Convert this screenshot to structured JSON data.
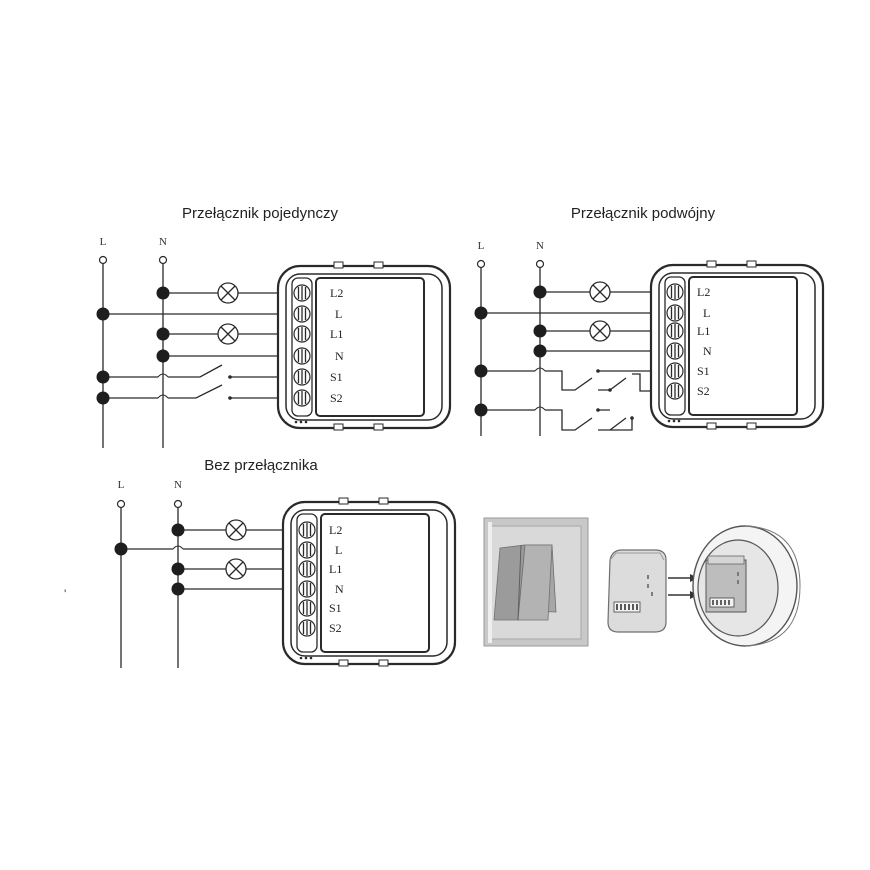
{
  "diagrams": {
    "single": {
      "title": "Przełącznik pojedynczy"
    },
    "double": {
      "title": "Przełącznik podwójny"
    },
    "none": {
      "title": "Bez przełącznika"
    }
  },
  "rails": {
    "live": "L",
    "neutral": "N"
  },
  "terminals": [
    "L2",
    "L",
    "L1",
    "N",
    "S1",
    "S2"
  ],
  "stray_mark": "'"
}
